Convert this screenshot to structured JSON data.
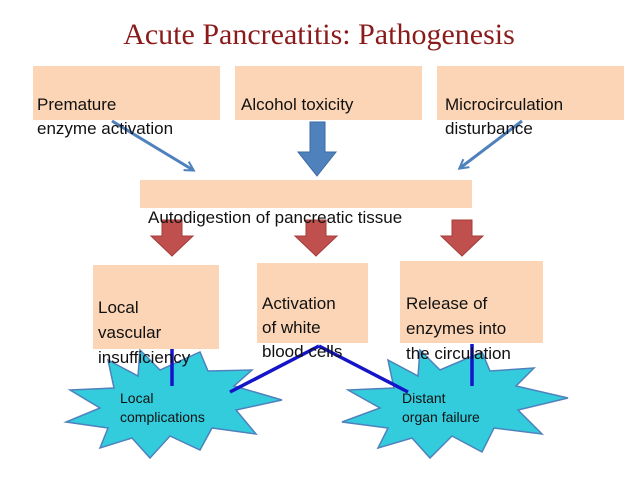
{
  "title": "Acute Pancreatitis: Pathogenesis",
  "causes": {
    "premature": "Premature\nenzyme activation",
    "alcohol": "Alcohol toxicity",
    "microcirculation": "Microcirculation\ndisturbance"
  },
  "autodigestion": "Autodigestion of pancreatic tissue",
  "effects": {
    "local_vascular": "Local\nvascular\ninsufficiency",
    "activation_wbc": "Activation\nof white\nblood cells",
    "release_enzymes": "Release of\nenzymes into\nthe circulation"
  },
  "outcomes": {
    "local_complications": "Local\ncomplications",
    "distant_failure": "Distant\norgan failure"
  },
  "colors": {
    "title": "#8b1a1a",
    "box_fill": "#fbd5b5",
    "arrow_blue": "#4f81bd",
    "arrow_red": "#c0504d",
    "connector": "#1414c8",
    "burst_fill": "#33ccdd",
    "burst_stroke": "#4f81bd"
  }
}
